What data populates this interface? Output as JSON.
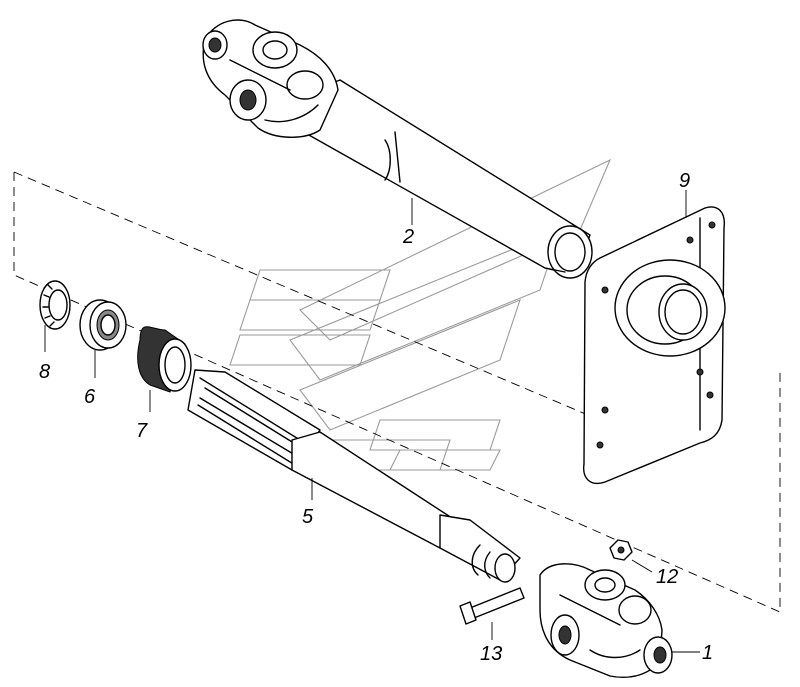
{
  "callouts": [
    {
      "id": "1",
      "label": "1"
    },
    {
      "id": "2",
      "label": "2"
    },
    {
      "id": "5",
      "label": "5"
    },
    {
      "id": "6",
      "label": "6"
    },
    {
      "id": "7",
      "label": "7"
    },
    {
      "id": "8",
      "label": "8"
    },
    {
      "id": "9",
      "label": "9"
    },
    {
      "id": "12",
      "label": "12"
    },
    {
      "id": "13",
      "label": "13"
    }
  ]
}
